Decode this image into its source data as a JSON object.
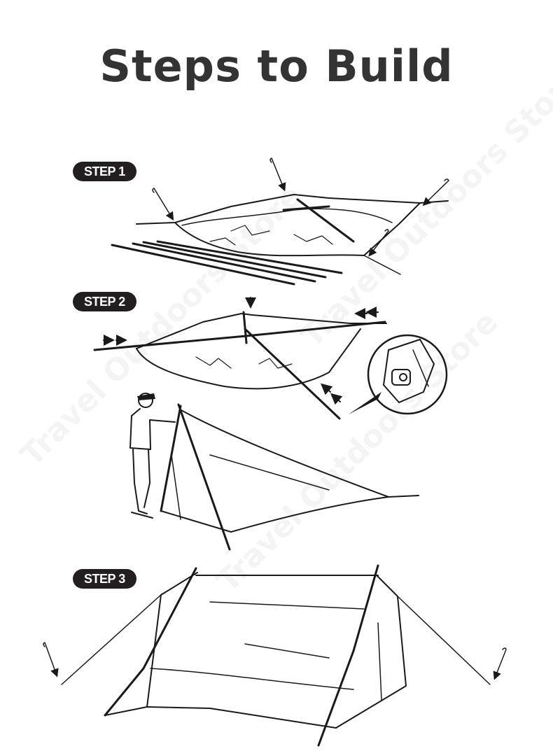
{
  "title": "Steps to Build",
  "steps": [
    {
      "label": "STEP 1"
    },
    {
      "label": "STEP 2"
    },
    {
      "label": "STEP 3"
    }
  ],
  "watermark": "Travel Outdoors Store",
  "colors": {
    "ink": "#231f20",
    "title": "#333333",
    "background": "#ffffff"
  }
}
